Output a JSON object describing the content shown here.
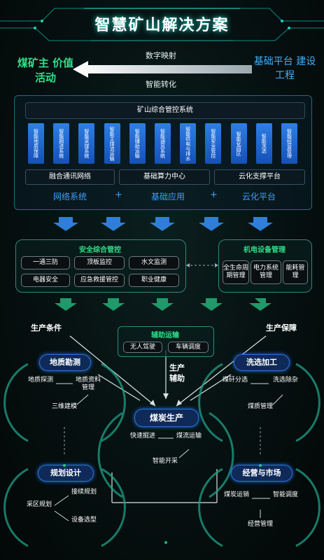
{
  "header": {
    "title": "智慧矿山解决方案"
  },
  "top_flow": {
    "left_label": "煤矿主 价值活动",
    "right_label": "基础平台 建设工程",
    "arrow_top": "数字映射",
    "arrow_bottom": "智能转化"
  },
  "system": {
    "title": "矿山综合管控系统",
    "modules": [
      "智能地质保障",
      "智能掘进系统",
      "智能采煤系统",
      "智能主煤流运输",
      "智能辅助运输",
      "智能通风系统",
      "智能供电与排水",
      "智能安全管控",
      "智能化园区",
      "智能洗选",
      "智能经营管理"
    ],
    "platforms": [
      "融合通讯网络",
      "基础算力中心",
      "云化支撑平台"
    ],
    "categories": [
      "网络系统",
      "基础应用",
      "云化平台"
    ],
    "plus": "+"
  },
  "safety": {
    "title": "安全综合管控",
    "items": [
      "一通三防",
      "顶板监控",
      "水文监测",
      "电器安全",
      "应急救援管控",
      "职业健康"
    ]
  },
  "equipment": {
    "title": "机电设备管理",
    "items": [
      "全生命周期管理",
      "电力系统管理",
      "能耗管理"
    ]
  },
  "middle": {
    "left_label": "生产条件",
    "right_label": "生产保障",
    "center_label": "生产 辅助",
    "aux": {
      "title": "辅助运输",
      "items": [
        "无人驾驶",
        "车辆调度"
      ]
    }
  },
  "geology": {
    "title": "地质勘测",
    "nodes": [
      "地质探测",
      "地质资料管理",
      "三维建模"
    ]
  },
  "washing": {
    "title": "洗选加工",
    "nodes": [
      "煤矸分选",
      "洗选除杂",
      "煤质管理"
    ]
  },
  "coal": {
    "title": "煤炭生产",
    "nodes": [
      "快速掘进",
      "煤流运输",
      "智能开采"
    ]
  },
  "planning": {
    "title": "规划设计",
    "nodes": [
      "采区规划",
      "接续规划",
      "设备选型"
    ]
  },
  "market": {
    "title": "经营与市场",
    "nodes": [
      "煤炭运销",
      "智能调度",
      "经营管理"
    ]
  },
  "colors": {
    "accent": "#2fe08a",
    "blue": "#2e7fe6",
    "cyan": "#18e0d0",
    "pill": "#0f2a58"
  }
}
